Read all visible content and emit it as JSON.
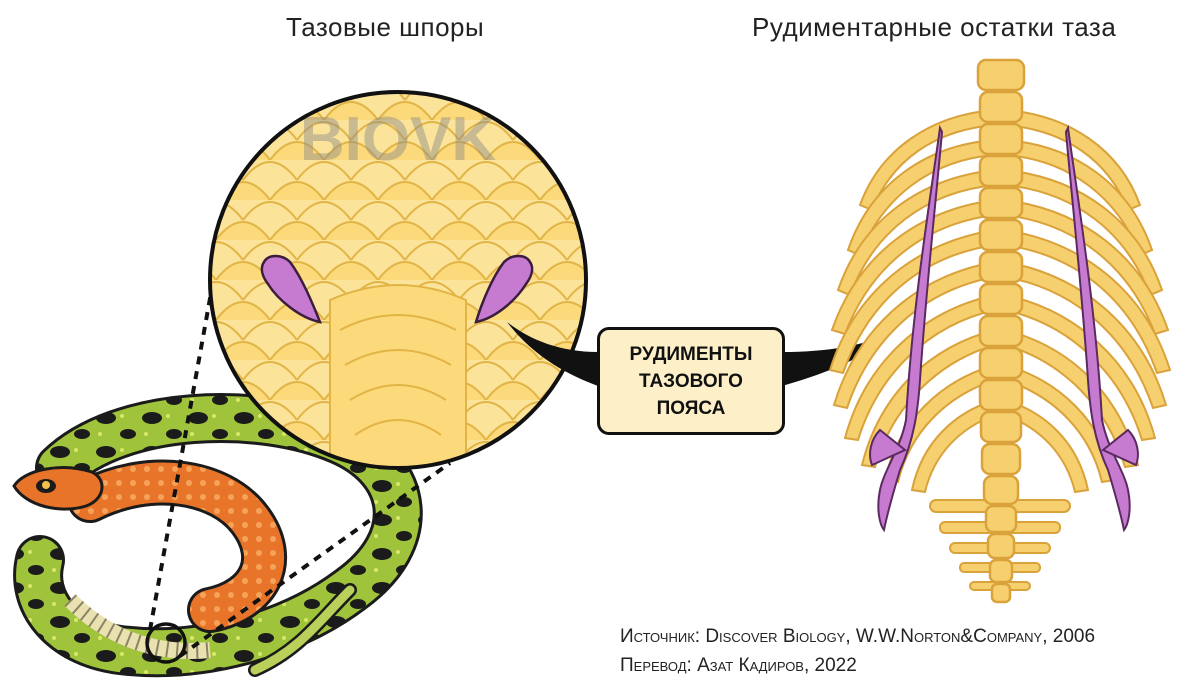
{
  "titles": {
    "left": "Тазовые шпоры",
    "right": "Рудиментарные остатки таза"
  },
  "callout": {
    "line1": "РУДИМЕНТЫ",
    "line2": "ТАЗОВОГО",
    "line3": "ПОЯСА"
  },
  "watermark": "BIOVK",
  "source": {
    "line1": "Источник: Discover Biology, W.W.Norton&Company, 2006",
    "line2": "Перевод: Азат Кадиров, 2022"
  },
  "colors": {
    "scale_fill": "#fbe39a",
    "scale_line": "#e6b94a",
    "bone": "#f6cf6e",
    "bone_line": "#d9a23a",
    "spur": "#c77bd0",
    "callout_bg": "#fdf0c8",
    "snake_green": "#9fc33a",
    "snake_orange": "#e8742a"
  }
}
